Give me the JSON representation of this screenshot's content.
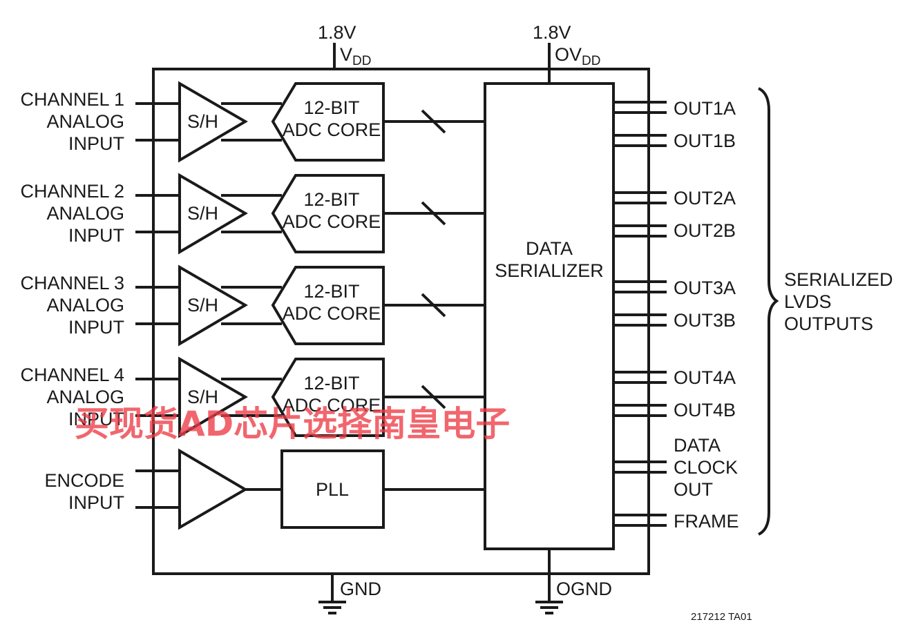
{
  "supply": {
    "vdd_voltage": "1.8V",
    "vdd_name": "V",
    "vdd_sub": "DD",
    "ovdd_voltage": "1.8V",
    "ovdd_name": "OV",
    "ovdd_sub": "DD"
  },
  "ground": {
    "gnd": "GND",
    "ognd": "OGND"
  },
  "channels": [
    {
      "line1": "CHANNEL 1",
      "line2": "ANALOG",
      "line3": "INPUT",
      "sh": "S/H",
      "adc1": "12-BIT",
      "adc2": "ADC CORE"
    },
    {
      "line1": "CHANNEL 2",
      "line2": "ANALOG",
      "line3": "INPUT",
      "sh": "S/H",
      "adc1": "12-BIT",
      "adc2": "ADC CORE"
    },
    {
      "line1": "CHANNEL 3",
      "line2": "ANALOG",
      "line3": "INPUT",
      "sh": "S/H",
      "adc1": "12-BIT",
      "adc2": "ADC CORE"
    },
    {
      "line1": "CHANNEL 4",
      "line2": "ANALOG",
      "line3": "INPUT",
      "sh": "S/H",
      "adc1": "12-BIT",
      "adc2": "ADC CORE"
    }
  ],
  "encode": {
    "line1": "ENCODE",
    "line2": "INPUT",
    "pll": "PLL"
  },
  "serializer": {
    "line1": "DATA",
    "line2": "SERIALIZER"
  },
  "outputs": [
    "OUT1A",
    "OUT1B",
    "OUT2A",
    "OUT2B",
    "OUT3A",
    "OUT3B",
    "OUT4A",
    "OUT4B"
  ],
  "clock_out": {
    "line1": "DATA",
    "line2": "CLOCK",
    "line3": "OUT"
  },
  "frame": "FRAME",
  "bus_label": {
    "line1": "SERIALIZED",
    "line2": "LVDS",
    "line3": "OUTPUTS"
  },
  "figure_id": "217212 TA01",
  "watermark": "买现货AD芯片选择南皇电子"
}
